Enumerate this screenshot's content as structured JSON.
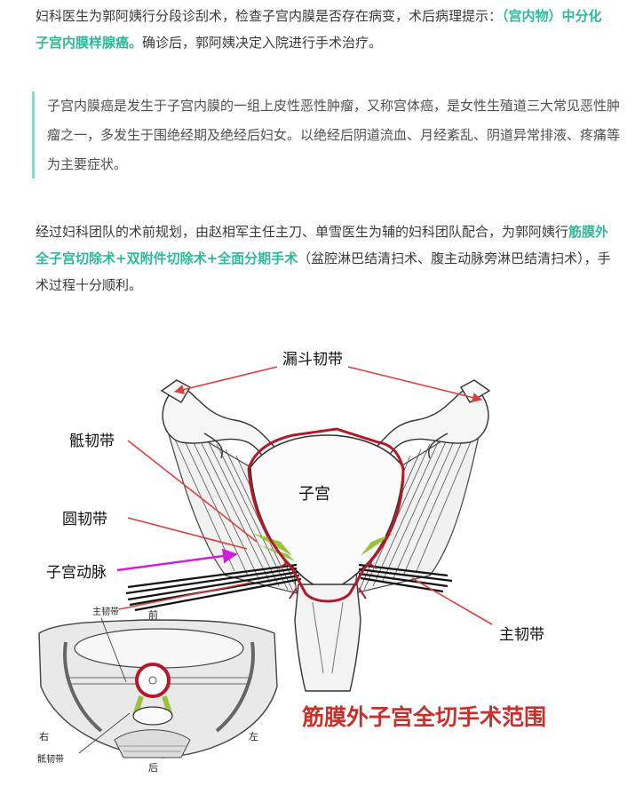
{
  "intro": {
    "text_before": "妇科医生为郭阿姨行分段诊刮术，检查子宫内膜是否存在病变，术后病理提示：",
    "highlight": "（宫内物）中分化子宫内膜样腺癌。",
    "text_after": "确诊后，郭阿姨决定入院进行手术治疗。"
  },
  "quote": {
    "text": "子宫内膜癌是发生于子宫内膜的一组上皮性恶性肿瘤，又称宫体癌，是女性生殖道三大常见恶性肿瘤之一，多发生于围绝经期及绝经后妇女。以绝经后阴道流血、月经紊乱、阴道异常排液、疼痛等为主要症状。"
  },
  "plan": {
    "text_before": "经过妇科团队的术前规划，由赵相军主任主刀、单雪医生为辅的妇科团队配合，为郭阿姨行",
    "highlight": "筋膜外全子宫切除术+双附件切除术+全面分期手术",
    "text_after": "（盆腔淋巴结清扫术、腹主动脉旁淋巴结清扫术），手术过程十分顺利。"
  },
  "figure": {
    "labels": {
      "infundibulopelvic": "漏斗韧带",
      "uterosacral": "骶韧带",
      "round": "圆韧带",
      "uterine_artery": "子宫动脉",
      "uterus": "子宫",
      "cardinal": "主韧带",
      "caption": "筋膜外子宫全切手术范围"
    },
    "inset_labels": {
      "cardinal": "主韧带",
      "front": "前",
      "right": "右",
      "left": "左",
      "back": "后",
      "sacral": "骶韧带"
    },
    "colors": {
      "arrow_red": "#d9413f",
      "cut_line": "#b3192a",
      "artery": "#d21ed8",
      "ligament_green": "#9ac23c",
      "caption_red": "#c8302c"
    }
  }
}
